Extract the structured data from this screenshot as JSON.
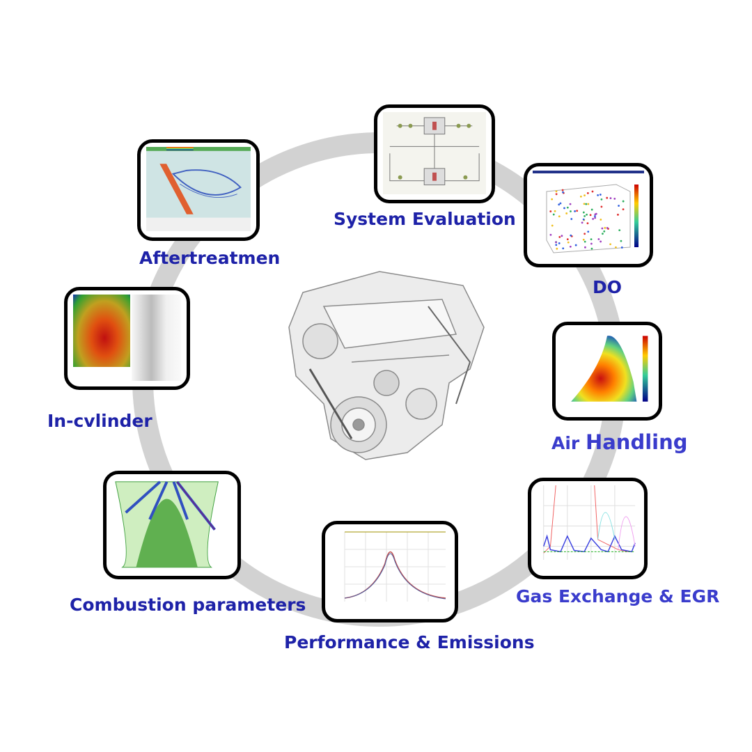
{
  "labels": {
    "system_evaluation": "System Evaluation",
    "do": "DO",
    "air_handling_1": "Air",
    "air_handling_2": "Handling",
    "gas_exchange": "Gas Exchange & EGR",
    "performance": "Performance & Emissions",
    "combustion": "Combustion parameters",
    "in_cylinder": "In-cvlinder",
    "aftertreatment": "Aftertreatmen"
  },
  "colors": {
    "label": "#1e22a8",
    "label_light": "#3a3ccc",
    "ring": "#d2d2d2",
    "frame": "#000000"
  }
}
